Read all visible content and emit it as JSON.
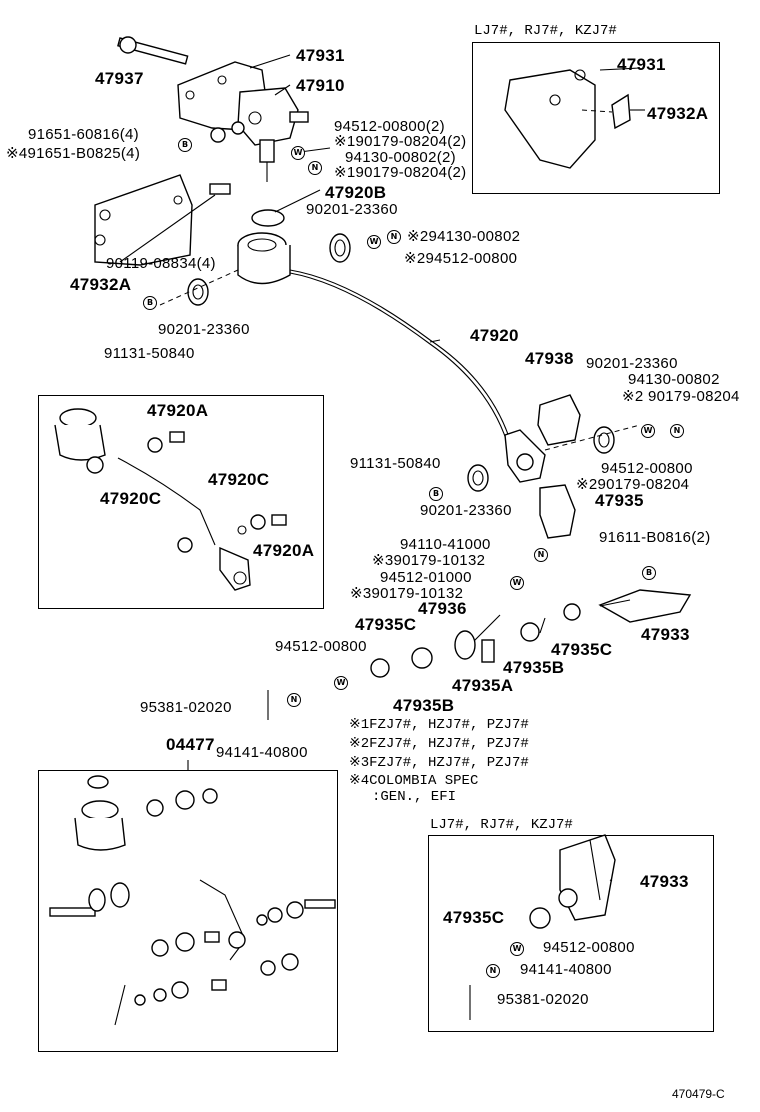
{
  "figure_code": "470479-C",
  "sections": {
    "top_right_header": "LJ7#, RJ7#, KZJ7#",
    "bottom_right_header": "LJ7#, RJ7#, KZJ7#",
    "kit_label": "04477"
  },
  "notes": [
    "※1FZJ7#, HZJ7#, PZJ7#",
    "※2FZJ7#, HZJ7#, PZJ7#",
    "※3FZJ7#, HZJ7#, PZJ7#",
    "※4COLOMBIA SPEC",
    ":GEN., EFI"
  ],
  "symbols": {
    "washer": "W",
    "nut": "N",
    "bolt": "B"
  },
  "labels": {
    "p47937": "47937",
    "p47931": "47931",
    "p47910": "47910",
    "p91651a": "91651-60816(4)",
    "p91651b": "※491651-B0825(4)",
    "p94512_top": "94512-00800(2)",
    "p90179_1": "※190179-08204(2)",
    "p94130_top": "94130-00802(2)",
    "p90179_2": "※190179-08204(2)",
    "p47920B": "47920B",
    "p90201_a": "90201-23360",
    "p94130_b": "※294130-00802",
    "p94512_b": "※294512-00800",
    "p90119": "90119-08834(4)",
    "p47932A_left": "47932A",
    "p90201_b": "90201-23360",
    "p91131_a": "91131-50840",
    "p47920": "47920",
    "p47938": "47938",
    "p90201_c": "90201-23360",
    "p94130_c": "94130-00802",
    "p90179_3": "※2 90179-08204",
    "p47920A_1": "47920A",
    "p47920C_1": "47920C",
    "p47920C_2": "47920C",
    "p47920A_2": "47920A",
    "p91131_b": "91131-50840",
    "p94512_c": "94512-00800",
    "p90179_4": "※290179-08204",
    "p47935": "47935",
    "p90201_d": "90201-23360",
    "p94110": "94110-41000",
    "p90179_5": "※390179-10132",
    "p91611": "91611-B0816(2)",
    "p94512_d": "94512-01000",
    "p90179_6": "※390179-10132",
    "p47936": "47936",
    "p47935C_1": "47935C",
    "p94512_e": "94512-00800",
    "p47933_mid": "47933",
    "p47935C_2": "47935C",
    "p47935B_1": "47935B",
    "p47935A": "47935A",
    "p47935B_2": "47935B",
    "p95381_a": "95381-02020",
    "p94141_a": "94141-40800",
    "p47931_box": "47931",
    "p47932A_box": "47932A",
    "p47933_box": "47933",
    "p47935C_box": "47935C",
    "p94512_box": "94512-00800",
    "p94141_box": "94141-40800",
    "p95381_box": "95381-02020"
  }
}
